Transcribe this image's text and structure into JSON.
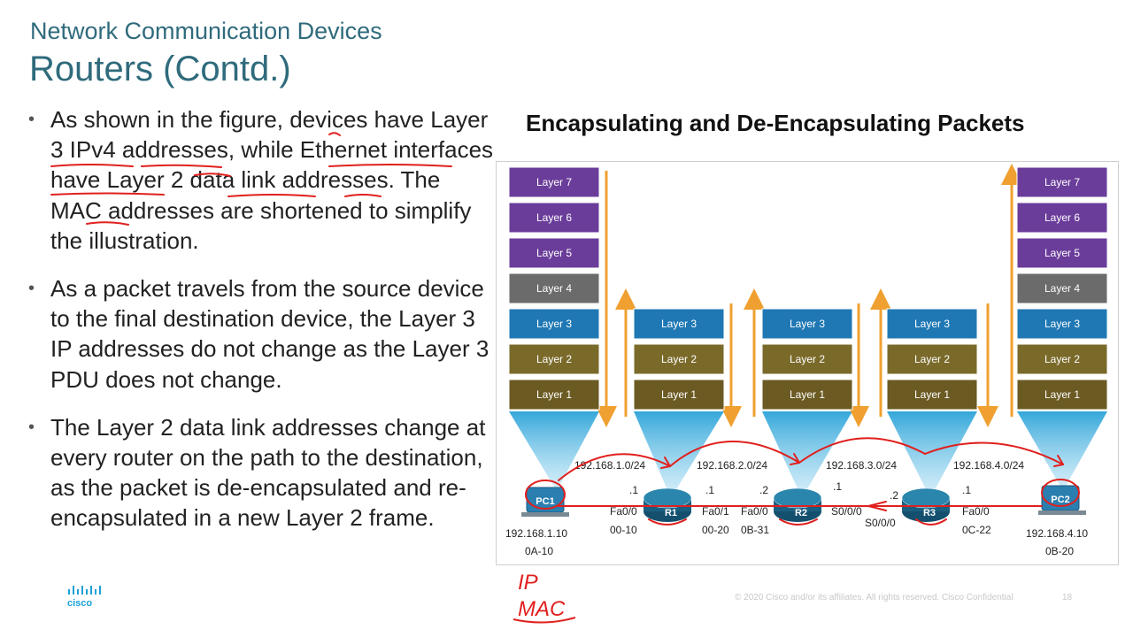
{
  "header": {
    "subtitle": "Network Communication Devices",
    "title": "Routers (Contd.)"
  },
  "bullets": [
    "As shown in the figure, devices have Layer 3 IPv4 addresses, while Ethernet interfaces have Layer 2 data link addresses. The MAC addresses are shortened to simplify the illustration.",
    "As a packet travels from the source device to the final destination device, the Layer 3 IP addresses do not change as the Layer 3 PDU does not change.",
    "The Layer 2 data link addresses change at every router on the path to the destination, as the packet is de-encapsulated and re-encapsulated in a new Layer 2 frame."
  ],
  "figure": {
    "title": "Encapsulating and De-Encapsulating Packets",
    "layers_full": [
      "Layer 7",
      "Layer 6",
      "Layer 5",
      "Layer 4",
      "Layer 3",
      "Layer 2",
      "Layer 1"
    ],
    "layers_router": [
      "Layer 3",
      "Layer 2",
      "Layer 1"
    ],
    "layer_colors": {
      "Layer 7": "#6a3d9a",
      "Layer 6": "#6a3d9a",
      "Layer 5": "#6a3d9a",
      "Layer 4": "#6b6b6b",
      "Layer 3": "#1f78b4",
      "Layer 2": "#7a6a2a",
      "Layer 1": "#6b5a22"
    },
    "networks": [
      "192.168.1.0/24",
      "192.168.2.0/24",
      "192.168.3.0/24",
      "192.168.4.0/24"
    ],
    "devices": {
      "pc1": {
        "label": "PC1",
        "ip": "192.168.1.10",
        "mac": "0A-10"
      },
      "pc2": {
        "label": "PC2",
        "ip": "192.168.4.10",
        "mac": "0B-20"
      },
      "r1": {
        "label": "R1",
        "left_if": "Fa0/0",
        "left_mac": "00-10",
        "right_if": "Fa0/1",
        "right_mac": "00-20",
        "left_host": ".1",
        "right_host": ".1"
      },
      "r2": {
        "label": "R2",
        "left_if": "Fa0/0",
        "left_mac": "0B-31",
        "right_if": "S0/0/0",
        "left_host": ".2",
        "right_host": ".1"
      },
      "r3": {
        "label": "R3",
        "left_if": "S0/0/0",
        "right_if": "Fa0/0",
        "right_mac": "0C-22",
        "left_host": ".2",
        "right_host": ".1"
      }
    },
    "annotation": {
      "ip": "IP",
      "mac": "MAC"
    }
  },
  "footer": {
    "copyright": "© 2020 Cisco and/or its affiliates. All rights reserved. Cisco Confidential",
    "page": "18",
    "logo": "cisco"
  },
  "colors": {
    "heading": "#2f6b7c",
    "arrow": "#f0a030",
    "annotation": "#e0201e",
    "router": "#1a5f80"
  }
}
